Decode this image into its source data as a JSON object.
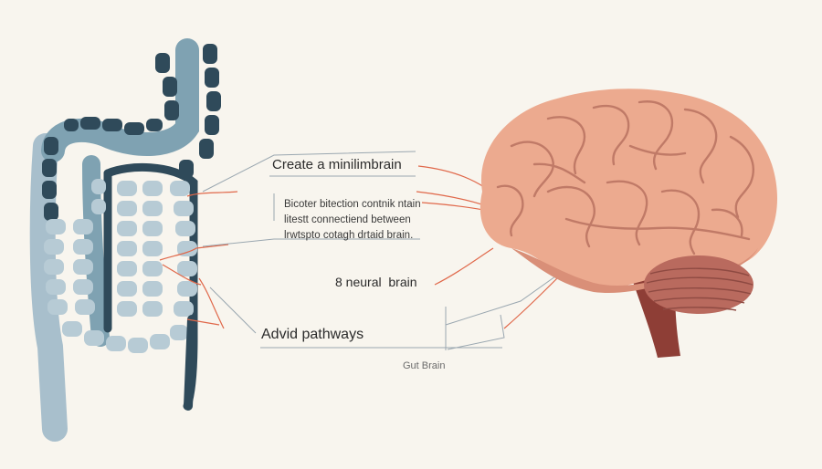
{
  "labels": {
    "title": "Create a minilimbrain",
    "description": [
      "Bicoter bitection contnik ntain",
      "litestt connectiend between",
      "lrwtspto cotagh drtaid brain."
    ],
    "neural": "8 neural  brain",
    "pathways": "Advid pathways",
    "caption": "Gut Brain"
  },
  "colors": {
    "background": "#f8f5ee",
    "gut_light": "#a8bfcc",
    "gut_mid": "#7fa2b2",
    "gut_dark": "#2f4a5a",
    "brain": "#ecaa8f",
    "brain_shadow": "#d98f78",
    "brain_fold": "#c07a67",
    "cerebellum": "#b96a5e",
    "brainstem": "#8e3e36",
    "connector_red": "#e0684a",
    "connector_gray": "#9aa7b0"
  },
  "icons": [
    "gut-illustration",
    "brain-illustration"
  ]
}
